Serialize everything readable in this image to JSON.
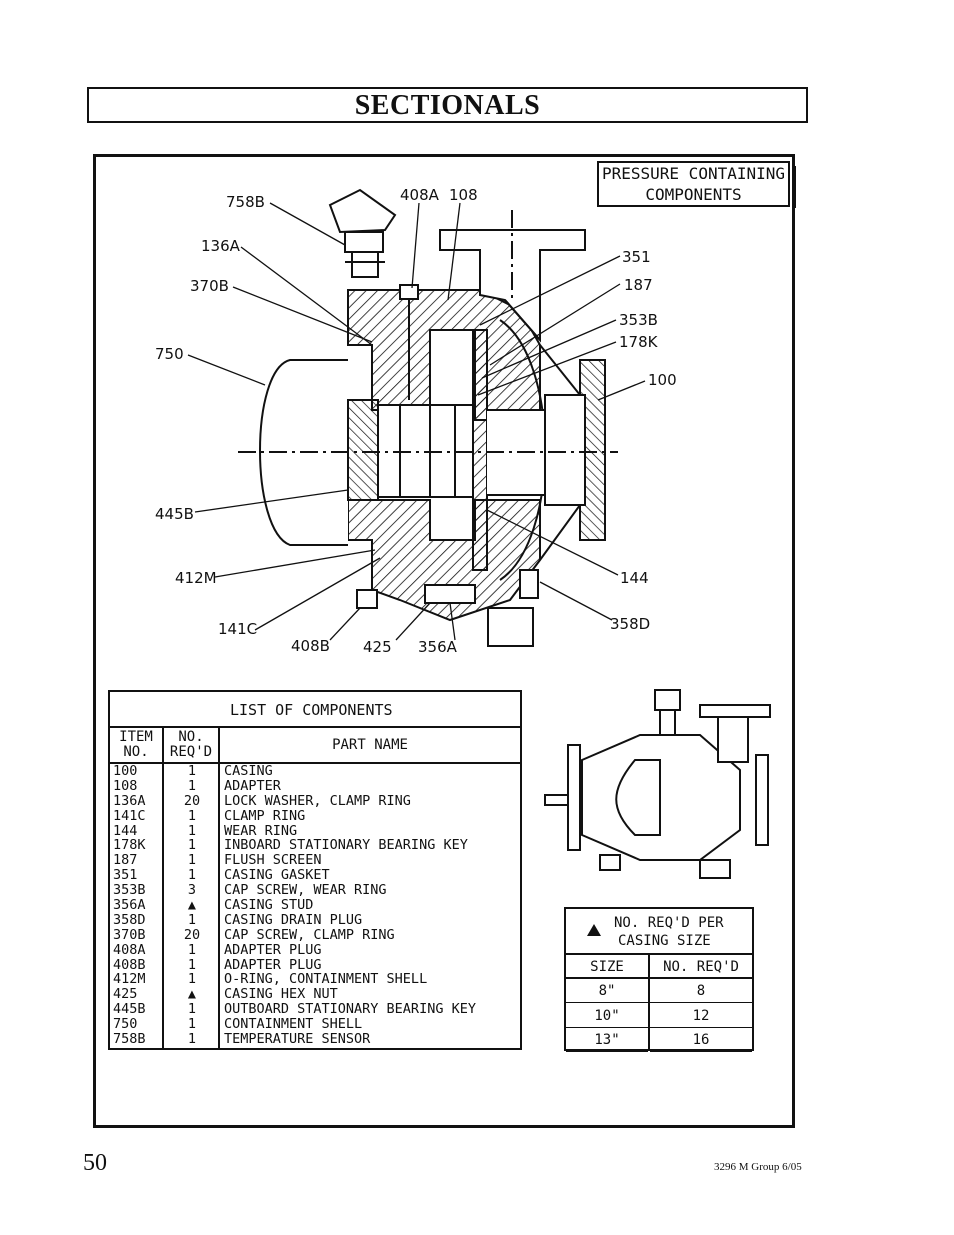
{
  "title": "SECTIONALS",
  "pressure_box": {
    "line1": "PRESSURE CONTAINING",
    "line2": "COMPONENTS"
  },
  "callouts": {
    "c758B": "758B",
    "c408A": "408A",
    "c108": "108",
    "c136A": "136A",
    "c370B": "370B",
    "c750": "750",
    "c351": "351",
    "c187": "187",
    "c353B": "353B",
    "c178K": "178K",
    "c100": "100",
    "c445B": "445B",
    "c412M": "412M",
    "c144": "144",
    "c141C": "141C",
    "c408B": "408B",
    "c425": "425",
    "c356A": "356A",
    "c358D": "358D"
  },
  "components": {
    "heading": "LIST OF COMPONENTS",
    "col_item_1": "ITEM",
    "col_item_2": "NO.",
    "col_req_1": "NO.",
    "col_req_2": "REQ'D",
    "col_name": "PART NAME",
    "rows": [
      {
        "item": "100",
        "req": "1",
        "name": "CASING"
      },
      {
        "item": "108",
        "req": "1",
        "name": "ADAPTER"
      },
      {
        "item": "136A",
        "req": "20",
        "name": "LOCK WASHER, CLAMP RING"
      },
      {
        "item": "141C",
        "req": "1",
        "name": "CLAMP RING"
      },
      {
        "item": "144",
        "req": "1",
        "name": "WEAR RING"
      },
      {
        "item": "178K",
        "req": "1",
        "name": "INBOARD STATIONARY BEARING KEY"
      },
      {
        "item": "187",
        "req": "1",
        "name": "FLUSH SCREEN"
      },
      {
        "item": "351",
        "req": "1",
        "name": "CASING GASKET"
      },
      {
        "item": "353B",
        "req": "3",
        "name": "CAP SCREW, WEAR RING"
      },
      {
        "item": "356A",
        "req": "▲",
        "name": "CASING STUD"
      },
      {
        "item": "358D",
        "req": "1",
        "name": "CASING DRAIN PLUG"
      },
      {
        "item": "370B",
        "req": "20",
        "name": "CAP SCREW, CLAMP RING"
      },
      {
        "item": "408A",
        "req": "1",
        "name": "ADAPTER PLUG"
      },
      {
        "item": "408B",
        "req": "1",
        "name": "ADAPTER PLUG"
      },
      {
        "item": "412M",
        "req": "1",
        "name": "O-RING, CONTAINMENT SHELL"
      },
      {
        "item": "425",
        "req": "▲",
        "name": "CASING HEX NUT"
      },
      {
        "item": "445B",
        "req": "1",
        "name": "OUTBOARD STATIONARY BEARING KEY"
      },
      {
        "item": "750",
        "req": "1",
        "name": "CONTAINMENT SHELL"
      },
      {
        "item": "758B",
        "req": "1",
        "name": "TEMPERATURE SENSOR"
      }
    ]
  },
  "size_table": {
    "note_line1": "NO. REQ'D PER",
    "note_line2": "CASING SIZE",
    "col_size": "SIZE",
    "col_req": "NO. REQ'D",
    "rows": [
      {
        "size": "8\"",
        "req": "8"
      },
      {
        "size": "10\"",
        "req": "12"
      },
      {
        "size": "13\"",
        "req": "16"
      }
    ]
  },
  "footer": {
    "page": "50",
    "doc": "3296 M Group 6/05"
  }
}
